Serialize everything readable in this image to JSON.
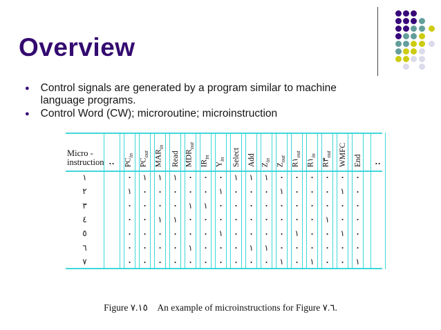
{
  "title": "Overview",
  "bullet_glyph": "●",
  "bullets": [
    {
      "text": "Control signals are generated by a program similar to machine\nlanguage programs."
    },
    {
      "text": "Control Word (CW); microroutine; microinstruction"
    }
  ],
  "caption": "Figure ٧.١٥    An example of microinstructions for Figure ٧.٦.",
  "colors": {
    "title": "#330A70",
    "bullet": "#38087A",
    "table_line": "#3FD6D9",
    "text": "#141414"
  },
  "decoration": {
    "grid": [
      "PPP..",
      "PPPT.",
      "PPTTY",
      "PTTY.",
      "TTYYL",
      "TYYL.",
      "YYLL.",
      ".L.L."
    ],
    "palette": {
      "P": "#38087A",
      "T": "#639E9B",
      "Y": "#CCCC11",
      "L": "#DBDBEC"
    }
  },
  "table": {
    "corner_label": "Micro -\ninstruction",
    "ellipsis": "..",
    "one_glyph": "١",
    "zero_glyph": "·",
    "columns": [
      {
        "base": "PC",
        "sub": "in"
      },
      {
        "base": "PC",
        "sub": "out"
      },
      {
        "base": "MAR",
        "sub": "in"
      },
      {
        "base": "Read",
        "sub": ""
      },
      {
        "base": "MDR",
        "sub": "out"
      },
      {
        "base": "IR",
        "sub": "in"
      },
      {
        "base": "Y",
        "sub": "in"
      },
      {
        "base": "Select",
        "sub": ""
      },
      {
        "base": "Add",
        "sub": ""
      },
      {
        "base": "Z",
        "sub": "in"
      },
      {
        "base": "Z",
        "sub": "out"
      },
      {
        "base": "R١",
        "sub": "out"
      },
      {
        "base": "R١",
        "sub": "in"
      },
      {
        "base": "R٣",
        "sub": "out"
      },
      {
        "base": "WMFC",
        "sub": ""
      },
      {
        "base": "End",
        "sub": ""
      }
    ],
    "rows": [
      {
        "label": "١",
        "values": [
          0,
          1,
          1,
          1,
          0,
          0,
          0,
          1,
          1,
          1,
          0,
          0,
          0,
          0,
          0,
          0
        ]
      },
      {
        "label": "٢",
        "values": [
          1,
          0,
          0,
          0,
          0,
          0,
          1,
          0,
          0,
          0,
          1,
          0,
          0,
          0,
          1,
          0
        ]
      },
      {
        "label": "٣",
        "values": [
          0,
          0,
          0,
          0,
          1,
          1,
          0,
          0,
          0,
          0,
          0,
          0,
          0,
          0,
          0,
          0
        ]
      },
      {
        "label": "٤",
        "values": [
          0,
          0,
          1,
          1,
          0,
          0,
          0,
          0,
          0,
          0,
          0,
          0,
          0,
          1,
          0,
          0
        ]
      },
      {
        "label": "٥",
        "values": [
          0,
          0,
          0,
          0,
          0,
          0,
          1,
          0,
          0,
          0,
          0,
          1,
          0,
          0,
          1,
          0
        ]
      },
      {
        "label": "٦",
        "values": [
          0,
          0,
          0,
          0,
          1,
          0,
          0,
          0,
          1,
          1,
          0,
          0,
          0,
          0,
          0,
          0
        ]
      },
      {
        "label": "٧",
        "values": [
          0,
          0,
          0,
          0,
          0,
          0,
          0,
          0,
          0,
          0,
          1,
          0,
          1,
          0,
          0,
          1
        ]
      }
    ]
  }
}
